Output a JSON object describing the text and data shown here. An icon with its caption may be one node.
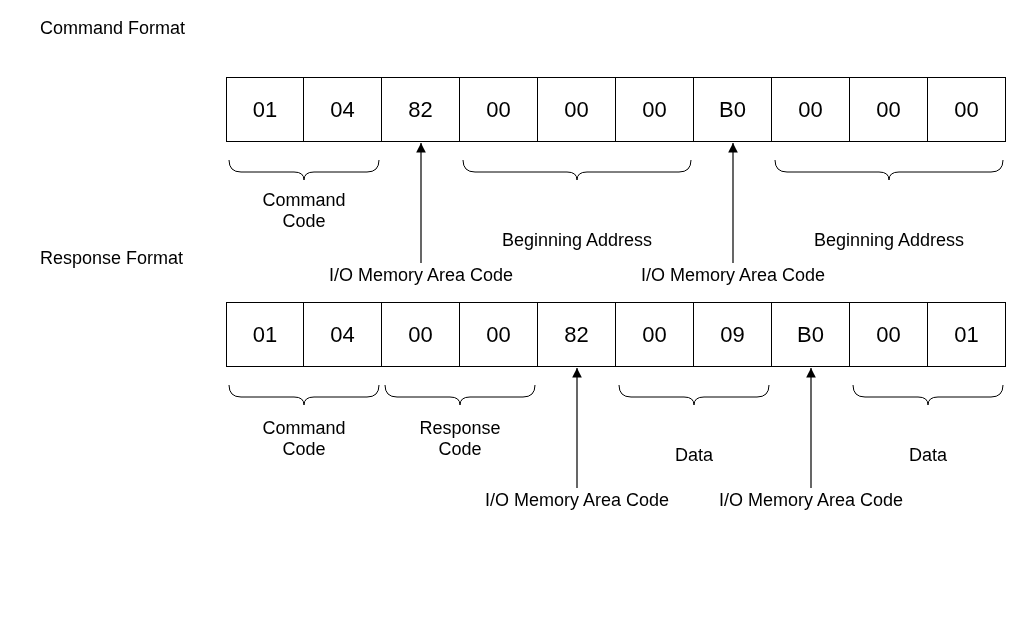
{
  "diagram": {
    "nodes": [
      {
        "text": [
          "01"
        ]
      },
      {
        "text": [
          "04"
        ]
      },
      {
        "text": [
          "82"
        ]
      },
      {
        "text": [
          "00"
        ]
      },
      {
        "text": [
          "00"
        ]
      },
      {
        "text": [
          "00"
        ]
      },
      {
        "text": [
          "B0"
        ]
      },
      {
        "text": [
          "00"
        ]
      },
      {
        "text": [
          "00"
        ]
      },
      {
        "text": [
          "00"
        ]
      },
      {
        "text": [
          "I/O Memory Area Code"
        ]
      },
      {
        "text": [
          "I/O Memory Area Code"
        ]
      },
      {
        "text": [
          "01"
        ]
      },
      {
        "text": [
          "04"
        ]
      },
      {
        "text": [
          "00"
        ]
      },
      {
        "text": [
          "00"
        ]
      },
      {
        "text": [
          "82"
        ]
      },
      {
        "text": [
          "00"
        ]
      },
      {
        "text": [
          "09"
        ]
      },
      {
        "text": [
          "B0"
        ]
      },
      {
        "text": [
          "00"
        ]
      },
      {
        "text": [
          "01"
        ]
      },
      {
        "text": [
          "I/O Memory Area Code"
        ]
      },
      {
        "text": [
          "I/O Memory Area Code"
        ]
      }
    ],
    "edges": [
      {
        "from": 10,
        "to": 2,
        "arrow": "to"
      },
      {
        "from": 11,
        "to": 6,
        "arrow": "to"
      },
      {
        "from": 22,
        "to": 16,
        "arrow": "to"
      },
      {
        "from": 23,
        "to": 19,
        "arrow": "to"
      }
    ],
    "labels": [
      "Command Format",
      "Command Code",
      "Beginning Address",
      "Beginning Address",
      "Response Format",
      "Command Code",
      "Response Code",
      "Data",
      "Data"
    ]
  }
}
